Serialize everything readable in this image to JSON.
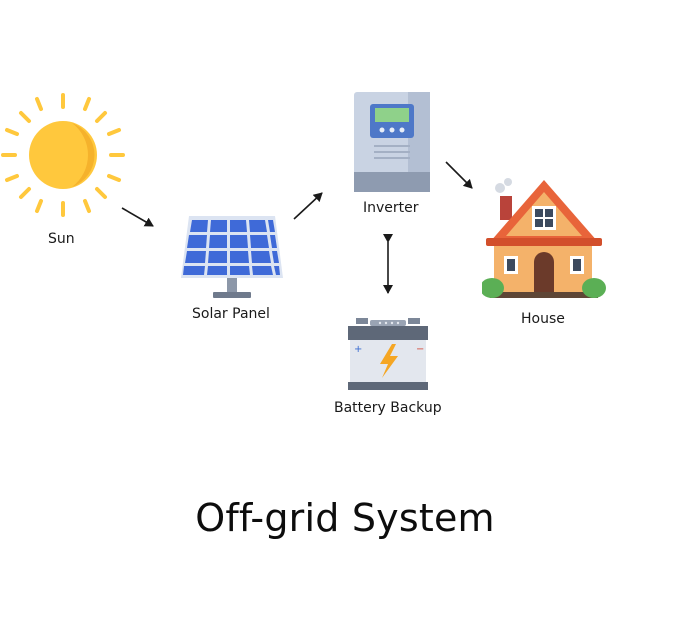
{
  "title": "Off-grid System",
  "nodes": {
    "sun": {
      "label": "Sun",
      "icon": "sun-icon"
    },
    "solar_panel": {
      "label": "Solar Panel",
      "icon": "solar-panel-icon"
    },
    "inverter": {
      "label": "Inverter",
      "icon": "inverter-icon"
    },
    "house": {
      "label": "House",
      "icon": "house-icon"
    },
    "battery": {
      "label": "Battery Backup",
      "icon": "battery-icon"
    }
  },
  "colors": {
    "sun": "#FFC83D",
    "panel": "#3F6AD8",
    "inverter_body": "#C9D3E3",
    "house_roof": "#E8643A",
    "house_wall": "#F4B26A",
    "battery_body": "#E3E7EE",
    "bolt": "#F5A623"
  }
}
